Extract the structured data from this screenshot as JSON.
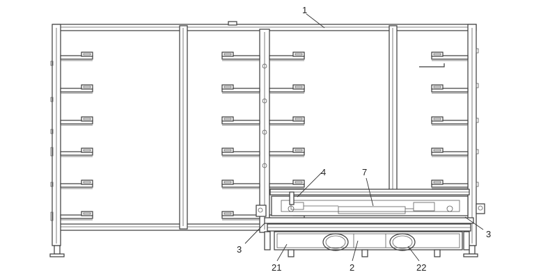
{
  "callouts": {
    "c1": "1",
    "c2": "2",
    "c3_left": "3",
    "c3_right": "3",
    "c4": "4",
    "c7": "7",
    "c21": "21",
    "c22": "22"
  }
}
